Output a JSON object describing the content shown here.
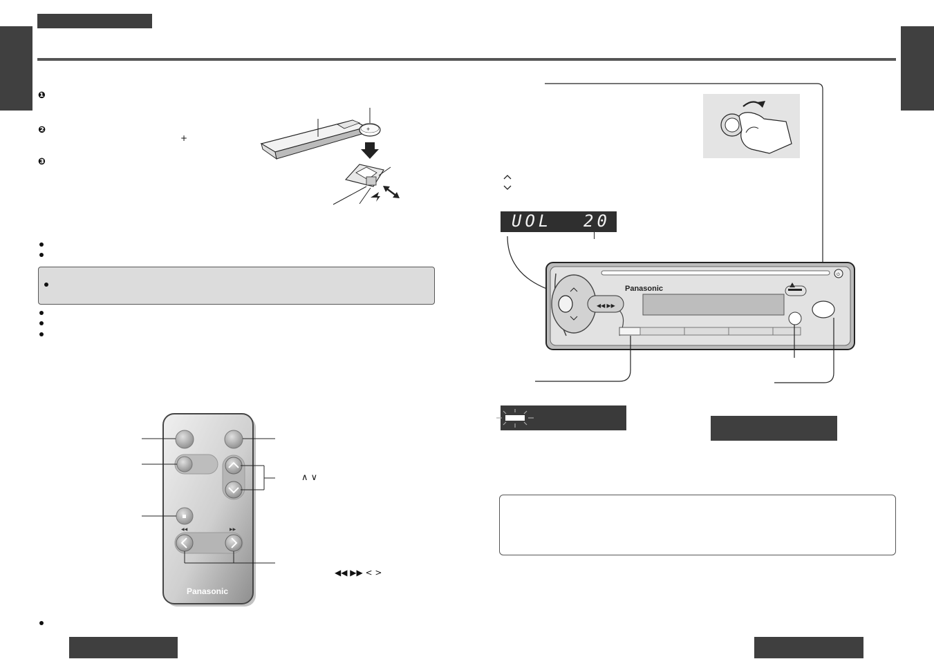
{
  "symbols": {
    "step_1": "❶",
    "step_2": "❷",
    "step_3": "❸",
    "plus": "+",
    "arrow_up": "^",
    "arrow_down": "v",
    "up_down_arrows": "∧ ∨",
    "skip_arrows": "◀◀ ▶▶ < >"
  },
  "display": {
    "left_text": "UOL",
    "right_text": "20"
  },
  "brand": {
    "remote_logo": "Panasonic",
    "unit_logo": "Panasonic"
  },
  "colors": {
    "dark_bar": "#3f3f3f",
    "warning_fill": "#dcdcdc",
    "lcd_fill": "#2f2f2f"
  }
}
